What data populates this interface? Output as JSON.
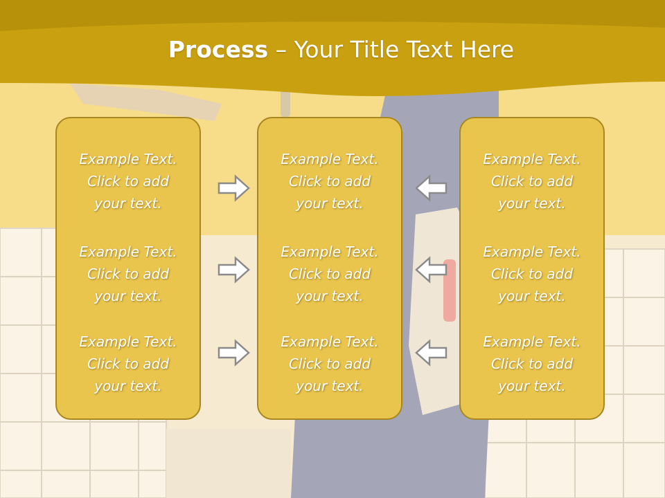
{
  "slide": {
    "title_bold": "Process",
    "title_rest": " – Your Title Text Here"
  },
  "columns": [
    {
      "items": [
        "Example Text.\nClick  to add\nyour text.",
        "Example Text.\nClick  to add\nyour text.",
        "Example Text.\nClick  to add\nyour text."
      ]
    },
    {
      "items": [
        "Example Text.\nClick  to add\nyour text.",
        "Example Text.\nClick  to add\nyour text.",
        "Example Text.\nClick  to add\nyour text."
      ]
    },
    {
      "items": [
        "Example Text.\nClick  to add\nyour text.",
        "Example Text.\nClick  to add\nyour text.",
        "Example Text.\nClick  to add\nyour text."
      ]
    }
  ],
  "arrows": {
    "left_column": "right-arrow-icon",
    "right_column": "left-arrow-icon"
  },
  "colors": {
    "header_gold": "#c9a010",
    "panel_fill": "#e9c54d",
    "panel_border": "#a88720",
    "text": "#ffffff"
  }
}
